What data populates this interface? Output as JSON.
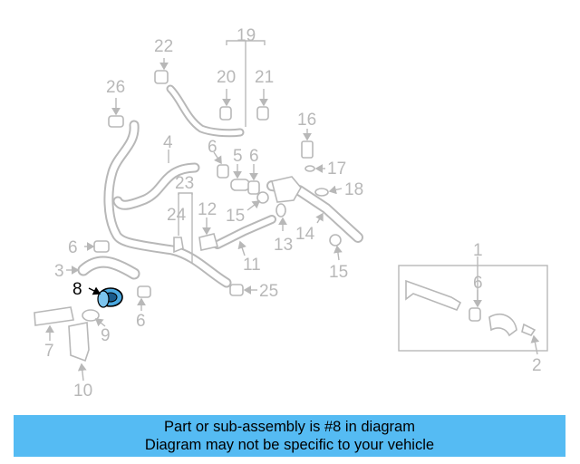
{
  "diagram": {
    "callouts": [
      "22",
      "19",
      "20",
      "21",
      "26",
      "16",
      "4",
      "6",
      "5",
      "6",
      "17",
      "23",
      "18",
      "24",
      "12",
      "15",
      "6",
      "13",
      "14",
      "3",
      "11",
      "1",
      "15",
      "8",
      "25",
      "6",
      "6",
      "9",
      "7",
      "2",
      "10"
    ],
    "highlighted_part": "8"
  },
  "banner": {
    "line1": "Part or sub-assembly is #8 in diagram",
    "line2": "Diagram may not be specific to your vehicle"
  },
  "colors": {
    "banner": "#55bbf3",
    "callout": "#b8b8b8",
    "highlight": "#000000",
    "part_fill": "#4aa8e0"
  }
}
